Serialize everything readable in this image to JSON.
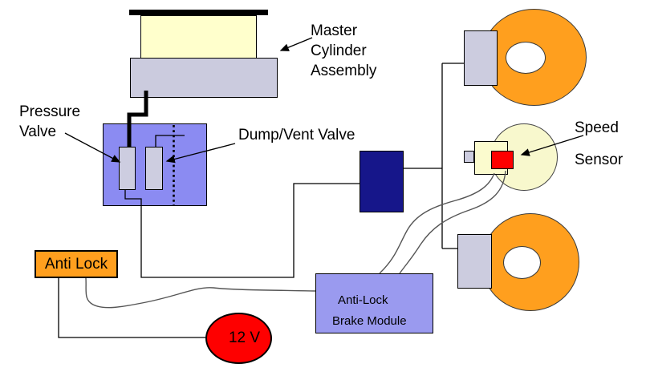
{
  "diagram": {
    "labels": {
      "master": [
        "Master",
        "Cylinder",
        "Assembly"
      ],
      "pressure": [
        "Pressure",
        "Valve"
      ],
      "dump": "Dump/Vent Valve",
      "speed": [
        "Speed",
        "Sensor"
      ],
      "anti_lock_switch": "Anti Lock",
      "battery": "12 V",
      "module": [
        "Anti-Lock",
        "Brake Module"
      ]
    },
    "colors": {
      "orange": "#FF9F1E",
      "navy_valve_body": "#16168A",
      "valve_block_blue": "#8B8BF2",
      "module_lavender": "#9A9AEF",
      "pale_yellow": "#FFFFCC",
      "component_gray": "#CCCCDF",
      "red": "#FE0000",
      "wire_gray": "#555555",
      "line_black": "#000000"
    }
  }
}
